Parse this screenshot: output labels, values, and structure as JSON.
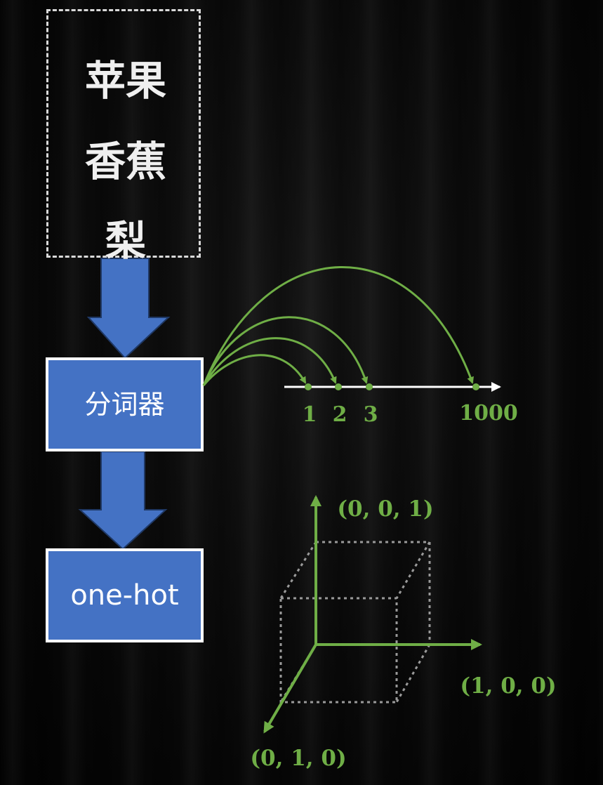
{
  "words": [
    "苹果",
    "香蕉",
    "梨"
  ],
  "tokenizer_label": "分词器",
  "onehot_label": "one-hot",
  "number_line": {
    "ticks": [
      "1",
      "2",
      "3",
      "1000"
    ]
  },
  "axes": {
    "z": "(0, 0, 1)",
    "x": "(1, 0, 0)",
    "y": "(0, 1, 0)"
  },
  "colors": {
    "box_fill": "#4472c4",
    "arrow_fill": "#4472c4",
    "accent_green": "#6fae46",
    "line_white": "#ffffff"
  }
}
